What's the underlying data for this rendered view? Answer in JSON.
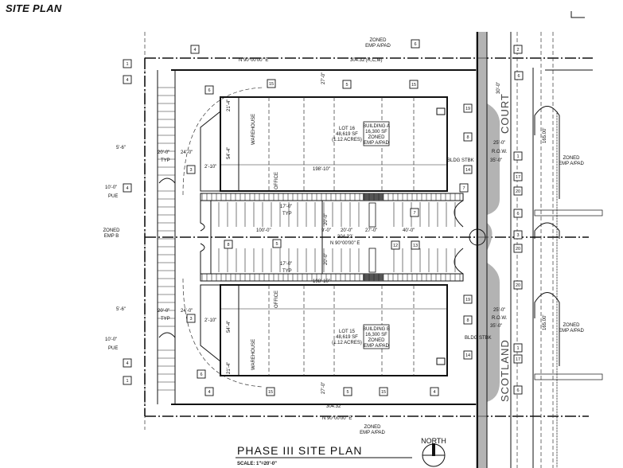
{
  "page_title": "SITE PLAN",
  "plan_title": "PHASE III SITE PLAN",
  "scale": "SCALE: 1\"=20'-0\"",
  "north": "NORTH",
  "zoning": {
    "north": [
      "ZONED",
      "EMP A/PAD"
    ],
    "east_top": [
      "ZONED",
      "EMP A/PAD"
    ],
    "east_bottom": [
      "ZONED",
      "EMP A/PAD"
    ],
    "south": [
      "ZONED",
      "EMP A/PAD"
    ],
    "west": [
      "ZONED",
      "EMP B"
    ]
  },
  "street": {
    "court": "COURT",
    "scotland": "SCOTLAND"
  },
  "buildings": [
    {
      "label": [
        "BUILDING A",
        "16,300 SF",
        "ZONED",
        "EMP A/PAD"
      ],
      "lot": [
        "LOT 16",
        "48,619 SF",
        "(1.12 ACRES)"
      ],
      "warehouse": "WAREHOUSE",
      "office": "OFFICE"
    },
    {
      "label": [
        "BUILDING B",
        "16,300 SF",
        "ZONED",
        "EMP A/PAD"
      ],
      "lot": [
        "LOT 15",
        "48,619 SF",
        "(1.12 ACRES)"
      ],
      "warehouse": "WAREHOUSE",
      "office": "OFFICE"
    }
  ],
  "bearings": [
    "N 90°00'00\" E",
    "304.32'(R,C,M)",
    "304.32'",
    "N 90°00'00\" E",
    "304.32'",
    "N 90°00'00\" E"
  ],
  "dimensions": [
    "5'-6\"",
    "20'-0\"",
    "24'-0\"",
    "TYP",
    "2'-10\"",
    "10'-0\"",
    "PUE",
    "5'-6\"",
    "20'-0\"",
    "24'-0\"",
    "TYP",
    "2'-10\"",
    "10'-0\"",
    "PUE",
    "100'-0\"",
    "9'-0\"",
    "20'-0\"",
    "27'-0\"",
    "40'-0\"",
    "17'-0\"",
    "TYP",
    "17'-0\"",
    "TYP",
    "198'-10\"",
    "198'-10\"",
    "25'-0\"",
    "R.O.W.",
    "35'-0\"",
    "BLDG STBK",
    "25'-0\"",
    "R.O.W.",
    "35'-0\"",
    "BLDG STBK",
    "165.00'",
    "165.00'",
    "30'-0\"",
    "21'-4\"",
    "54'-4\"",
    "21'-4\"",
    "54'-4\"",
    "27'-0\"",
    "27'-0\"",
    "20'-0\"",
    "20'-0\""
  ],
  "callouts": [
    "4",
    "6",
    "1",
    "4",
    "6",
    "15",
    "5",
    "15",
    "2",
    "6",
    "19",
    "8",
    "14",
    "1",
    "17",
    "20",
    "6",
    "3",
    "4",
    "7",
    "8",
    "5",
    "12",
    "13",
    "3",
    "20",
    "20",
    "19",
    "8",
    "14",
    "1",
    "17",
    "6",
    "3",
    "4",
    "1",
    "6",
    "4",
    "15",
    "5",
    "15",
    "4",
    "7"
  ]
}
